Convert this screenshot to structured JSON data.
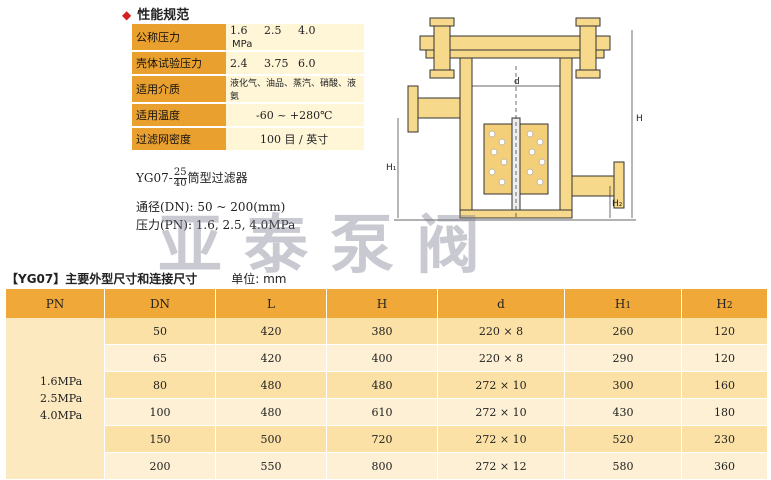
{
  "spec": {
    "heading": "性能规范",
    "rows": [
      {
        "label": "公称压力",
        "values": [
          "1.6",
          "2.5",
          "4.0"
        ],
        "unit": "MPa"
      },
      {
        "label": "壳体试验压力",
        "values": [
          "2.4",
          "3.75",
          "6.0"
        ]
      },
      {
        "label": "适用介质",
        "value": "液化气、油品、蒸汽、硝酸、液氨"
      },
      {
        "label": "适用温度",
        "value": "-60 ~ +280℃"
      },
      {
        "label": "过滤网密度",
        "value": "100 目 / 英寸"
      }
    ]
  },
  "model": {
    "prefix": "YG07-",
    "numerator": "25",
    "denominator": "40",
    "suffix": "筒型过滤器",
    "dn": "通径(DN): 50 ~ 200(mm)",
    "pn": "压力(PN): 1.6, 2.5, 4.0MPa"
  },
  "watermark": "亚泰泵阀",
  "drawing": {
    "label_h": "H",
    "label_h1": "H₁",
    "label_h2": "H₂",
    "label_d": "d"
  },
  "table": {
    "heading": "【YG07】主要外型尺寸和连接尺寸",
    "unit_label": "单位: mm",
    "headers": {
      "pn": "PN",
      "dn": "DN",
      "l": "L",
      "h": "H",
      "d": "d",
      "h1": "H",
      "h1_sub": "1",
      "h2": "H",
      "h2_sub": "2"
    },
    "pn_values": [
      "1.6MPa",
      "2.5MPa",
      "4.0MPa"
    ],
    "rows": [
      {
        "dn": "50",
        "l": "420",
        "h": "380",
        "d": "220 × 8",
        "h1": "260",
        "h2": "120"
      },
      {
        "dn": "65",
        "l": "420",
        "h": "400",
        "d": "220 × 8",
        "h1": "290",
        "h2": "120"
      },
      {
        "dn": "80",
        "l": "480",
        "h": "480",
        "d": "272 × 10",
        "h1": "300",
        "h2": "160"
      },
      {
        "dn": "100",
        "l": "480",
        "h": "610",
        "d": "272 × 10",
        "h1": "430",
        "h2": "180"
      },
      {
        "dn": "150",
        "l": "500",
        "h": "720",
        "d": "272 × 10",
        "h1": "520",
        "h2": "230"
      },
      {
        "dn": "200",
        "l": "550",
        "h": "800",
        "d": "272 × 12",
        "h1": "580",
        "h2": "360"
      }
    ]
  }
}
